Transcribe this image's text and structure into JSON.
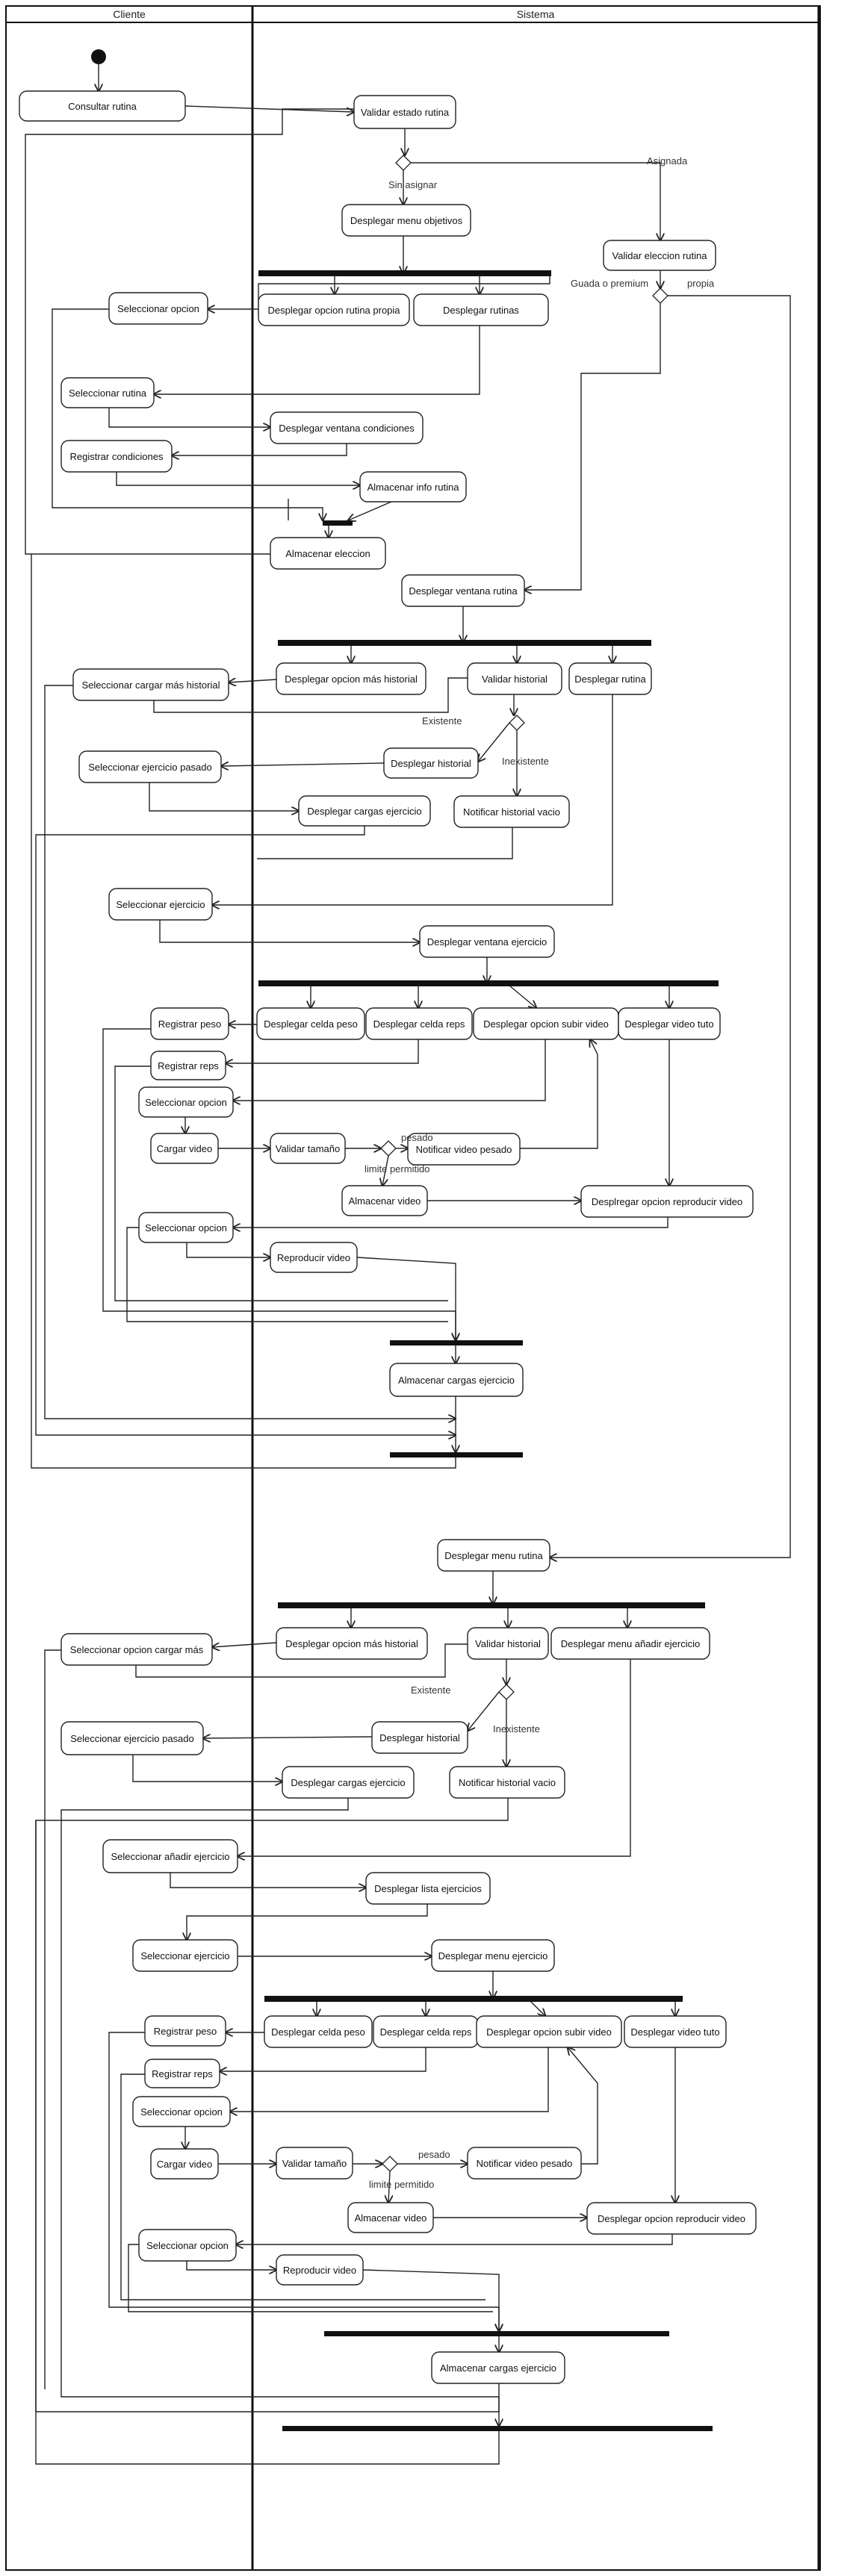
{
  "lanes": {
    "cliente": "Cliente",
    "sistema": "Sistema"
  },
  "nodes": {
    "consultar_rutina": "Consultar rutina",
    "validar_estado_rutina": "Validar estado rutina",
    "desplegar_menu_objetivos": "Desplegar menu objetivos",
    "validar_eleccion_rutina": "Validar eleccion rutina",
    "seleccionar_opcion_1": "Seleccionar opcion",
    "desplegar_opcion_rutina_propia": "Desplegar opcion rutina propia",
    "desplegar_rutinas": "Desplegar rutinas",
    "seleccionar_rutina": "Seleccionar rutina",
    "desplegar_ventana_condiciones": "Desplegar ventana condiciones",
    "registrar_condiciones": "Registrar condiciones",
    "almacenar_info_rutina": "Almacenar info rutina",
    "almacenar_eleccion": "Almacenar eleccion",
    "desplegar_ventana_rutina": "Desplegar ventana rutina",
    "seleccionar_cargar_mas_historial": "Seleccionar cargar más historial",
    "desplegar_opcion_mas_historial_1": "Desplegar opcion más historial",
    "validar_historial_1": "Validar historial",
    "desplegar_rutina": "Desplegar rutina",
    "seleccionar_ejercicio_pasado_1": "Seleccionar ejercicio pasado",
    "desplegar_historial_1": "Desplegar historial",
    "desplegar_cargas_ejercicio_1": "Desplegar cargas ejercicio",
    "notificar_historial_vacio_1": "Notificar historial vacio",
    "seleccionar_ejercicio_1": "Seleccionar ejercicio",
    "desplegar_ventana_ejercicio": "Desplegar ventana ejercicio",
    "registrar_peso_1": "Registrar peso",
    "desplegar_celda_peso_1": "Desplegar celda peso",
    "desplegar_celda_reps_1": "Desplegar celda reps",
    "desplegar_opcion_subir_video_1": "Desplegar opcion subir video",
    "desplegar_video_tuto_1": "Desplegar video tuto",
    "registrar_reps_1": "Registrar reps",
    "seleccionar_opcion_2": "Seleccionar opcion",
    "cargar_video_1": "Cargar video",
    "validar_tamano_1": "Validar tamaño",
    "notificar_video_pesado_1": "Notificar video pesado",
    "almacenar_video_1": "Almacenar video",
    "despregar_opcion_reproducir_video": "Desplregar opcion reproducir video",
    "seleccionar_opcion_3": "Seleccionar opcion",
    "reproducir_video_1": "Reproducir video",
    "almacenar_cargas_ejercicio_1": "Almacenar cargas ejercicio",
    "desplegar_menu_rutina": "Desplegar menu rutina",
    "seleccionar_opcion_cargar_mas": "Seleccionar opcion cargar más",
    "desplegar_opcion_mas_historial_2": "Desplegar opcion más historial",
    "validar_historial_2": "Validar historial",
    "desplegar_menu_anadir_ejercicio": "Desplegar menu añadir ejercicio",
    "seleccionar_ejercicio_pasado_2": "Seleccionar ejercicio pasado",
    "desplegar_historial_2": "Desplegar historial",
    "desplegar_cargas_ejercicio_2": "Desplegar cargas ejercicio",
    "notificar_historial_vacio_2": "Notificar historial vacio",
    "seleccionar_anadir_ejercicio": "Seleccionar añadir ejercicio",
    "desplegar_lista_ejercicios": "Desplegar lista ejercicios",
    "seleccionar_ejercicio_2": "Seleccionar ejercicio",
    "desplegar_menu_ejercicio": "Desplegar menu ejercicio",
    "registrar_peso_2": "Registrar peso",
    "desplegar_celda_peso_2": "Desplegar celda peso",
    "desplegar_celda_reps_2": "Desplegar celda reps",
    "desplegar_opcion_subir_video_2": "Desplegar opcion subir video",
    "desplegar_video_tuto_2": "Desplegar video tuto",
    "registrar_reps_2": "Registrar reps",
    "seleccionar_opcion_4": "Seleccionar opcion",
    "cargar_video_2": "Cargar video",
    "validar_tamano_2": "Validar tamaño",
    "notificar_video_pesado_2": "Notificar video pesado",
    "almacenar_video_2": "Almacenar video",
    "desplegar_opcion_reproducir_video": "Desplegar opcion reproducir video",
    "seleccionar_opcion_5": "Seleccionar opcion",
    "reproducir_video_2": "Reproducir video",
    "almacenar_cargas_ejercicio_2": "Almacenar cargas ejercicio"
  },
  "guards": {
    "sin_asignar": "Sin asignar",
    "asignada": "Asignada",
    "guada_o_premium": "Guada o premium",
    "propia": "propia",
    "existente_1": "Existente",
    "inexistente_1": "Inexistente",
    "pesado_1": "pesado",
    "limite_permitido_1": "limite permitido",
    "existente_2": "Existente",
    "inexistente_2": "Inexistente",
    "pesado_2": "pesado",
    "limite_permitido_2": "limite permitido"
  }
}
